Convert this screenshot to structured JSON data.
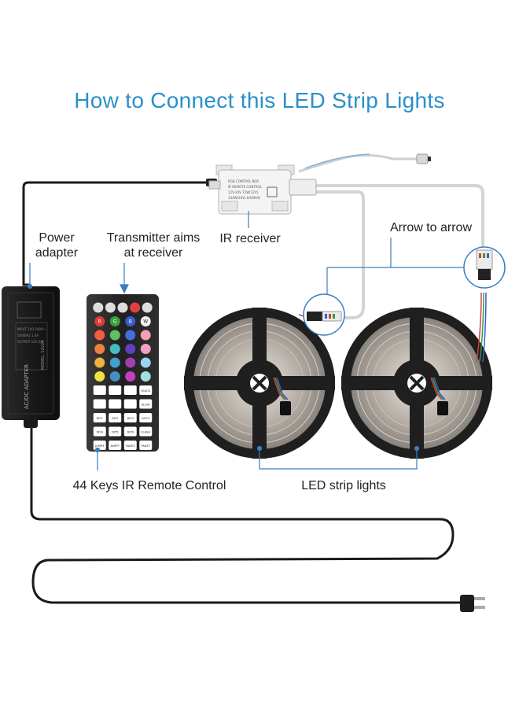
{
  "title": "How to Connect this LED Strip Lights",
  "labels": {
    "power_adapter_line1": "Power",
    "power_adapter_line2": "adapter",
    "transmitter_line1": "Transmitter aims",
    "transmitter_line2": "at receiver",
    "ir_receiver": "IR receiver",
    "arrow_to_arrow": "Arrow to arrow",
    "remote_control": "44 Keys IR Remote Control",
    "led_strip_lights": "LED strip lights"
  },
  "adapter": {
    "brand_text": "AC/DC ADAPTER",
    "model_text": "MODEL: 12V2A"
  },
  "receiver": {
    "text_lines": [
      "RGB CONTROL BOX",
      "IR REMOTE CONTROL",
      "12V-24V 72W(12V)",
      "144W(24V) 6A(MAX)"
    ]
  },
  "remote": {
    "keys": [
      [
        "",
        "",
        "",
        "",
        ""
      ],
      [
        "R",
        "G",
        "B",
        "W"
      ],
      [
        "",
        "",
        "",
        ""
      ],
      [
        "",
        "",
        "",
        ""
      ],
      [
        "",
        "",
        "",
        ""
      ],
      [
        "",
        "",
        "",
        ""
      ],
      [
        "",
        "",
        "",
        "QUICK"
      ],
      [
        "",
        "",
        "",
        "SLOW"
      ],
      [
        "DIY1",
        "DIY2",
        "DIY3",
        "AUTO"
      ],
      [
        "DIY4",
        "DIY5",
        "DIY6",
        "FLASH"
      ],
      [
        "JUMP3",
        "JUMP7",
        "FADE3",
        "FADE7"
      ]
    ]
  },
  "colors": {
    "title": "#2a8fcb",
    "pointer_line": "#3a7ebf",
    "cable": "#1a1a1a",
    "white_cable": "#d8d8d8"
  }
}
